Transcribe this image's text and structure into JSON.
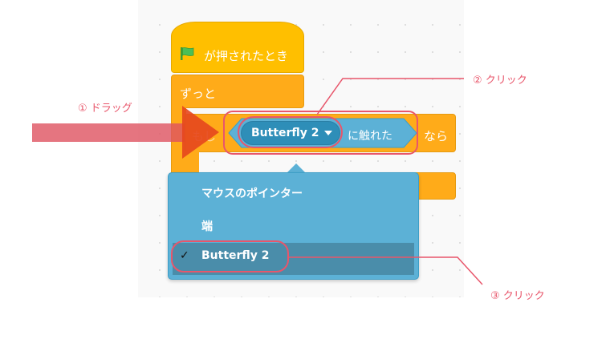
{
  "blocks": {
    "hat": {
      "label": "が押されたとき",
      "icon": "green-flag-icon"
    },
    "forever": {
      "label": "ずっと"
    },
    "if": {
      "prefix": "もし",
      "suffix": "なら"
    },
    "sensing": {
      "label": "に触れた",
      "selected": "Butterfly 2"
    }
  },
  "dropdown": {
    "items": [
      {
        "label": "マウスのポインター",
        "checked": false
      },
      {
        "label": "端",
        "checked": false
      },
      {
        "label": "Butterfly 2",
        "checked": true
      }
    ],
    "check_glyph": "✓"
  },
  "annotations": {
    "step1": "① ドラッグ",
    "step2": "② クリック",
    "step3": "③ クリック"
  },
  "colors": {
    "accent_red": "#e8566b",
    "hat_yellow": "#ffbf00",
    "control_orange": "#ffab19",
    "sensing_blue": "#5cb1d6"
  }
}
